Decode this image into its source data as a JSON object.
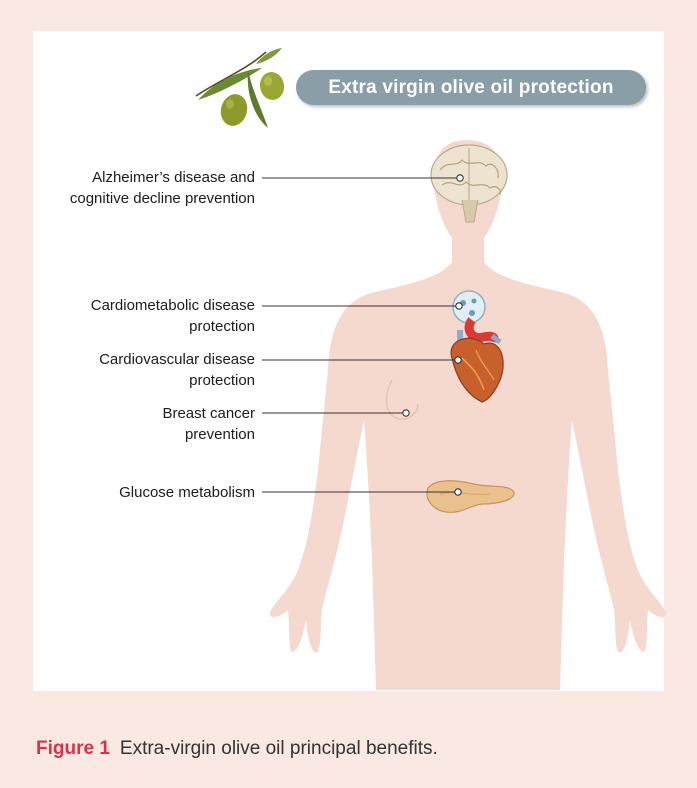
{
  "header": {
    "title": "Extra virgin olive oil protection"
  },
  "labels": {
    "brain": [
      "Alzheimer’s disease and",
      "cognitive decline prevention"
    ],
    "cardiometabolic": [
      "Cardiometabolic disease",
      "protection"
    ],
    "cardiovascular": [
      "Cardiovascular disease",
      "protection"
    ],
    "breast": [
      "Breast cancer",
      "prevention"
    ],
    "glucose": [
      "Glucose metabolism"
    ]
  },
  "caption": {
    "figure_number": "Figure 1",
    "text": "Extra-virgin olive oil principal benefits."
  },
  "colors": {
    "background": "#fae8e2",
    "panel": "#ffffff",
    "body_silhouette": "#f5d9cf",
    "pill": "#8a9ea8",
    "figure_number": "#d8334a",
    "olive": "#8d9a2a",
    "leaf": "#5f7a2c"
  },
  "icons": [
    "olive-branch-icon",
    "brain-icon",
    "vessel-icon",
    "heart-icon",
    "pancreas-icon"
  ]
}
